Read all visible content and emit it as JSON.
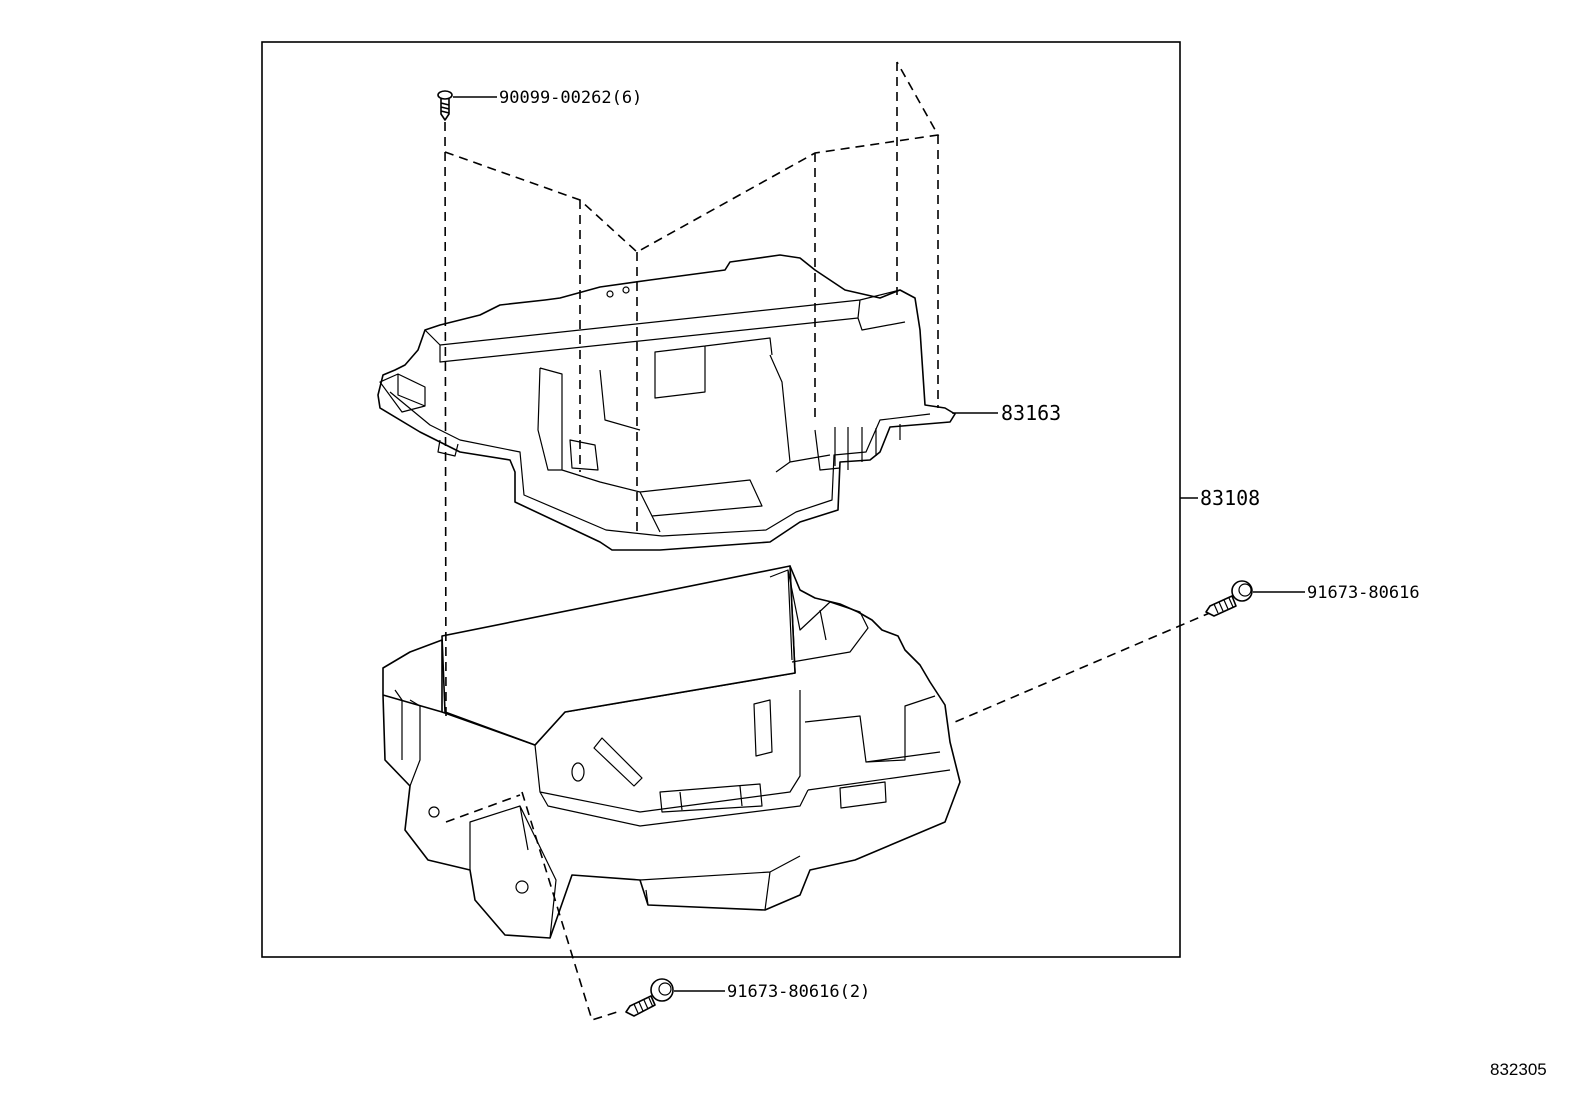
{
  "callouts": {
    "screw_top": {
      "label": "90099-00262(6)"
    },
    "tray": {
      "label": "83163"
    },
    "assembly": {
      "label": "83108"
    },
    "bolt_right": {
      "label": "91673-80616"
    },
    "bolt_bottom": {
      "label": "91673-80616(2)"
    }
  },
  "diagram_id": "832305",
  "icons": {
    "screw_top": "screw-icon",
    "bolt_right": "bolt-icon",
    "bolt_bottom": "bolt-icon"
  }
}
